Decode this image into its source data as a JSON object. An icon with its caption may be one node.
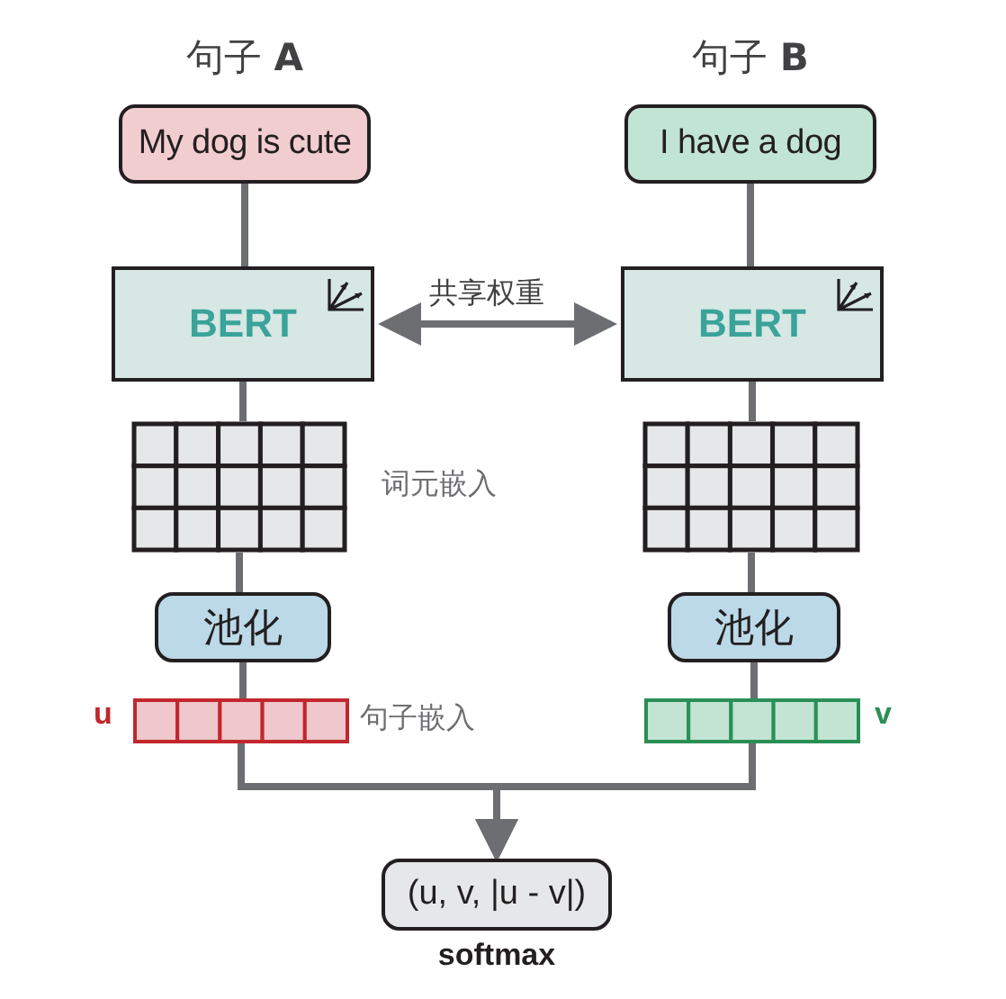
{
  "diagram": {
    "nodes": [
      {
        "text": [
          "句子 **A**",
          "My dog is cute"
        ]
      },
      {
        "text": [
          "句子 **B**",
          "I have a dog"
        ]
      },
      {
        "text": [
          "BERT"
        ]
      },
      {
        "text": [
          "BERT"
        ]
      },
      {
        "text": [],
        "shape": "grid"
      },
      {
        "text": [],
        "shape": "grid"
      },
      {
        "text": [
          "池化"
        ]
      },
      {
        "text": [
          "池化"
        ]
      },
      {
        "text": [],
        "shape": "bar",
        "beside": [
          "u"
        ]
      },
      {
        "text": [],
        "shape": "bar",
        "beside": [
          "v"
        ]
      },
      {
        "text": [
          "(u, v, |u - v|)"
        ],
        "beside": [
          "softmax"
        ]
      }
    ],
    "edges": [
      {
        "from": 0,
        "to": 2,
        "arrow": "none"
      },
      {
        "from": 1,
        "to": 3,
        "arrow": "none"
      },
      {
        "from": 2,
        "to": 3,
        "arrow": "both",
        "label": "共享权重"
      },
      {
        "from": 2,
        "to": 4,
        "arrow": "none"
      },
      {
        "from": 3,
        "to": 5,
        "arrow": "none"
      },
      {
        "from": 4,
        "to": 6,
        "arrow": "none"
      },
      {
        "from": 5,
        "to": 7,
        "arrow": "none"
      },
      {
        "from": 6,
        "to": 8,
        "arrow": "none"
      },
      {
        "from": 7,
        "to": 9,
        "arrow": "none"
      },
      {
        "from": 8,
        "to": 10,
        "arrow": "to"
      },
      {
        "from": 9,
        "to": 10,
        "arrow": "to"
      }
    ],
    "labels": [
      "词元嵌入",
      "句子嵌入"
    ]
  }
}
